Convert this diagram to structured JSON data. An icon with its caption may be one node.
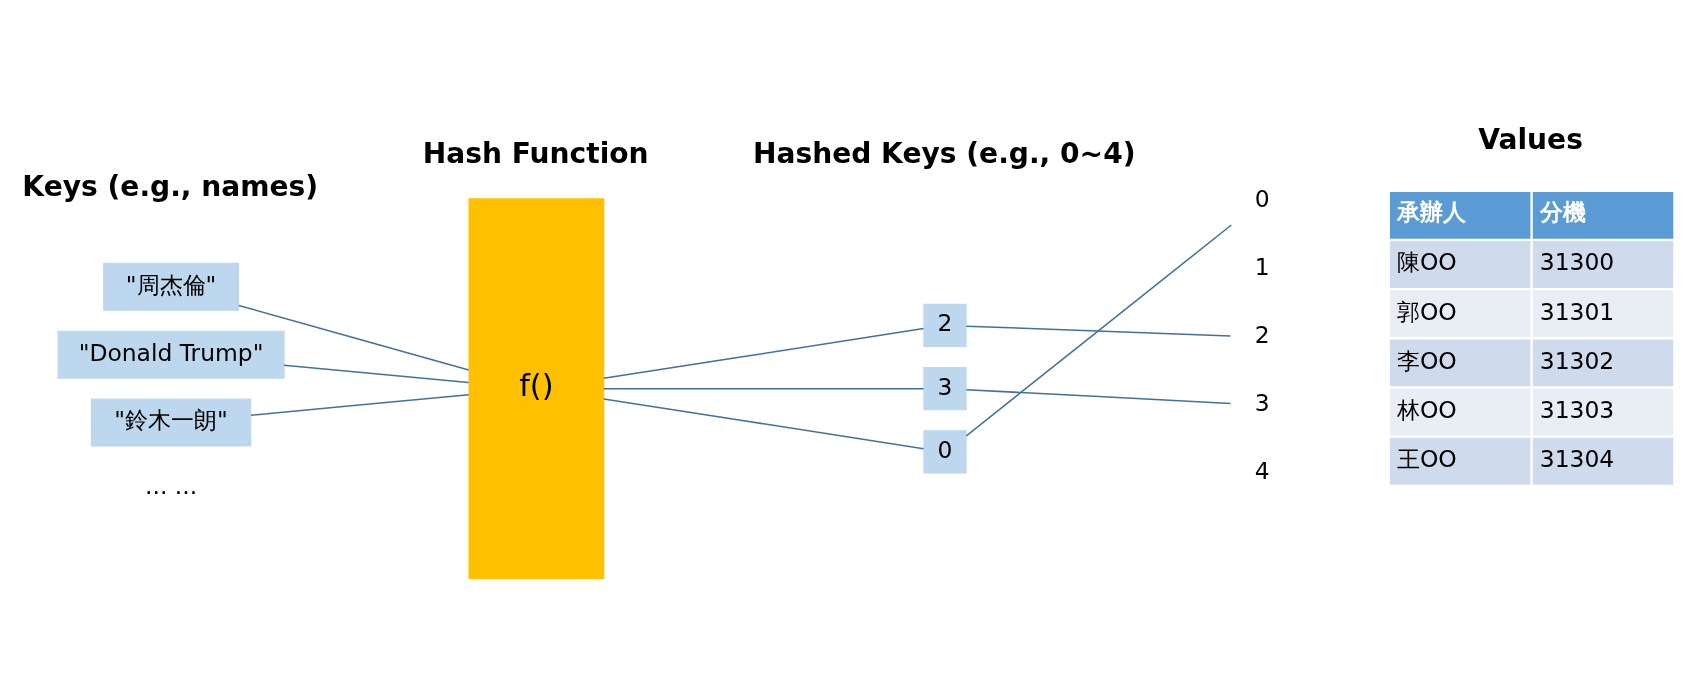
{
  "diagram": {
    "nodes": [
      {
        "text": [
          "\"周杰倫\""
        ]
      },
      {
        "text": [
          "\"Donald Trump\""
        ]
      },
      {
        "text": [
          "\"鈴木一朗\""
        ]
      },
      {
        "text": [
          "f()"
        ]
      },
      {
        "text": [
          "2"
        ]
      },
      {
        "text": [
          "3"
        ]
      },
      {
        "text": [
          "0"
        ]
      },
      {
        "text": [
          "0"
        ]
      },
      {
        "text": [
          "1"
        ]
      },
      {
        "text": [
          "2"
        ]
      },
      {
        "text": [
          "3"
        ]
      },
      {
        "text": [
          "4"
        ]
      }
    ],
    "edges": [
      {
        "from": 0,
        "to": 3,
        "arrow": "none"
      },
      {
        "from": 1,
        "to": 3,
        "arrow": "none"
      },
      {
        "from": 2,
        "to": 3,
        "arrow": "none"
      },
      {
        "from": 3,
        "to": 4,
        "arrow": "none"
      },
      {
        "from": 3,
        "to": 5,
        "arrow": "none"
      },
      {
        "from": 3,
        "to": 6,
        "arrow": "none"
      },
      {
        "from": 4,
        "to": 9,
        "arrow": "none"
      },
      {
        "from": 5,
        "to": 10,
        "arrow": "none"
      },
      {
        "from": 6,
        "to": 7,
        "arrow": "none"
      }
    ],
    "labels": [
      "Keys (e.g., names)",
      "Hash Function",
      "Hashed Keys (e.g., 0~4)",
      "Values",
      "... ...",
      "承辦人",
      "分機",
      "陳OO",
      "31300",
      "郭OO",
      "31301",
      "李OO",
      "31302",
      "林OO",
      "31303",
      "王OO",
      "31304"
    ]
  }
}
